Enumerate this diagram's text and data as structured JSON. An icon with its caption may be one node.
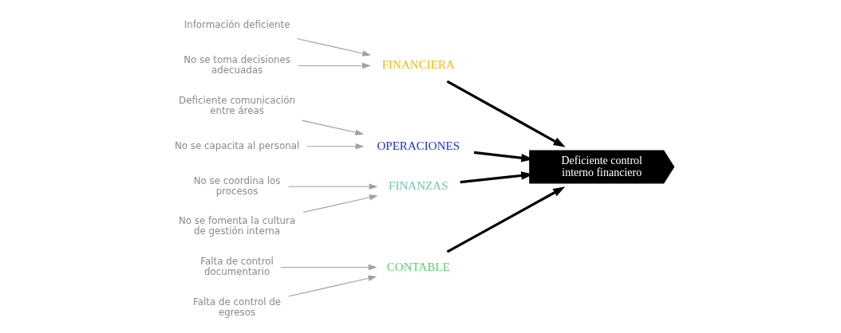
{
  "diagram": {
    "nodes": [
      {
        "text": [
          "CONTABLE"
        ]
      },
      {
        "text": [
          "Falta de control documentario"
        ]
      },
      {
        "text": [
          "Falta de control de egresos"
        ]
      },
      {
        "text": [
          "FINANCIERA"
        ]
      },
      {
        "text": [
          "Información deficiente"
        ]
      },
      {
        "text": [
          "No se toma decisiones adecuadas"
        ]
      },
      {
        "text": [
          "Deficiente control interno financiero"
        ]
      },
      {
        "text": [
          "Deficiente comunicación entre áreas"
        ]
      },
      {
        "text": [
          "No se capacita al personal"
        ]
      },
      {
        "text": [
          "No se coordina los procesos"
        ]
      },
      {
        "text": [
          "No se fomenta la cultura de gestión interna"
        ]
      },
      {
        "text": [
          "OPERACIONES"
        ]
      },
      {
        "text": [
          "FINANZAS"
        ]
      }
    ],
    "edges": [
      {
        "from": 1,
        "to": 0,
        "arrow": "to"
      },
      {
        "from": 2,
        "to": 0,
        "arrow": "to"
      },
      {
        "from": 4,
        "to": 3,
        "arrow": "to"
      },
      {
        "from": 5,
        "to": 3,
        "arrow": "to"
      },
      {
        "from": 7,
        "to": 11,
        "arrow": "to"
      },
      {
        "from": 8,
        "to": 11,
        "arrow": "to"
      },
      {
        "from": 9,
        "to": 12,
        "arrow": "to"
      },
      {
        "from": 10,
        "to": 12,
        "arrow": "to"
      },
      {
        "from": 0,
        "to": 6,
        "arrow": "to",
        "style": "thick",
        "color": "#000000"
      },
      {
        "from": 3,
        "to": 6,
        "arrow": "to",
        "style": "thick",
        "color": "#000000"
      },
      {
        "from": 11,
        "to": 6,
        "arrow": "to",
        "style": "thick",
        "color": "#000000"
      },
      {
        "from": 12,
        "to": 6,
        "arrow": "to",
        "style": "thick",
        "color": "#000000"
      }
    ]
  }
}
